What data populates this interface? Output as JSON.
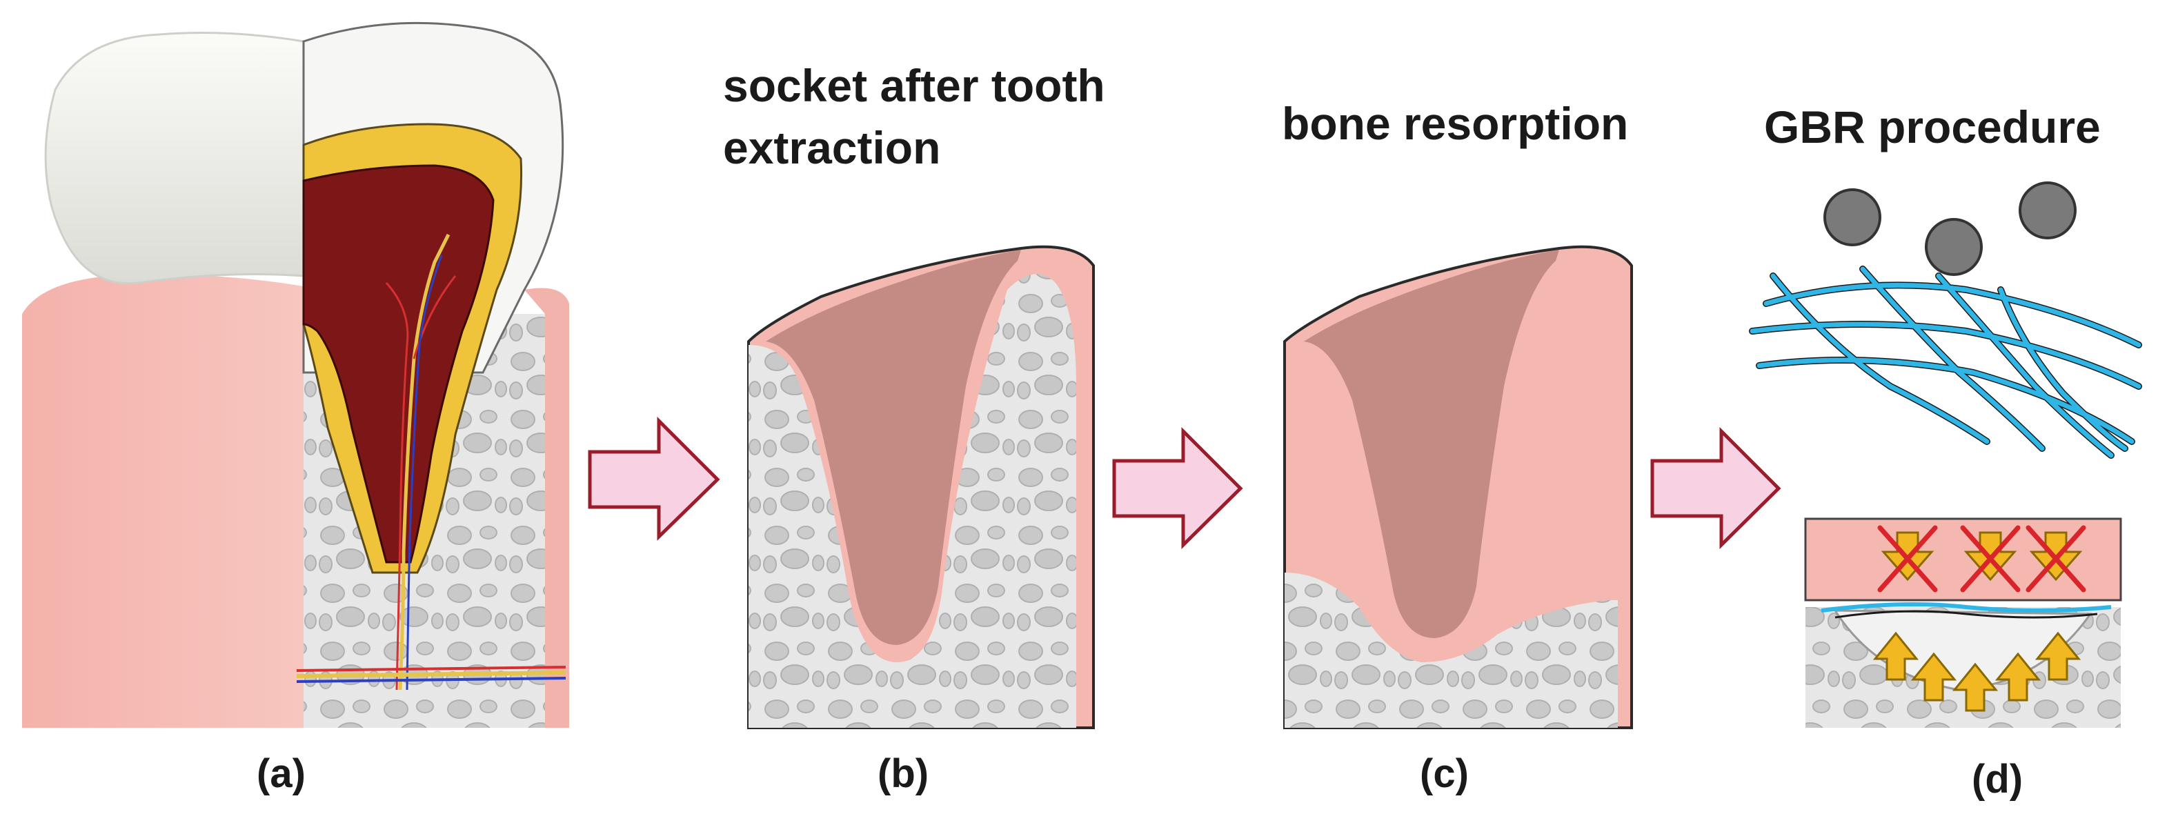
{
  "panels": [
    {
      "id": "a",
      "label": "(a)",
      "title": []
    },
    {
      "id": "b",
      "label": "(b)",
      "title": [
        "socket after tooth",
        "extraction"
      ]
    },
    {
      "id": "c",
      "label": "(c)",
      "title": [
        "bone resorption"
      ]
    },
    {
      "id": "d",
      "label": "(d)",
      "title": [
        "GBR procedure"
      ]
    }
  ],
  "colors": {
    "gum": "#f5b8b0",
    "gum_dark": "#e79a93",
    "bone": "#e6e6e6",
    "bone_pore": "#c6c6c6",
    "socket": "#c48a84",
    "pulp": "#7d1616",
    "dentin": "#f0c43a",
    "enamel": "#f4f4f2",
    "arrow_fill": "#f8d2e2",
    "arrow_stroke": "#9b1c2a",
    "membrane": "#2fb6e6",
    "particle": "#7a7a7a",
    "cross": "#d8242a",
    "up_arrow": "#f2b822"
  }
}
